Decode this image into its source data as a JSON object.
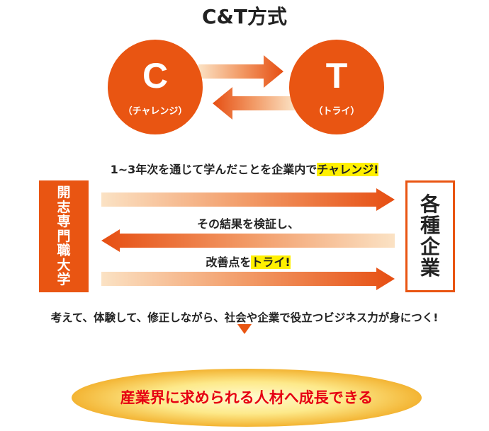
{
  "title": "C&T方式",
  "c_circle": {
    "letter": "C",
    "label": "（チャレンジ）"
  },
  "t_circle": {
    "letter": "T",
    "label": "（トライ）"
  },
  "line1": {
    "text": "1~3年次を通じて学んだことを企業内で",
    "highlight": "チャレンジ!"
  },
  "line2": {
    "text": "その結果を検証し、"
  },
  "line3": {
    "text": "改善点を",
    "highlight": "トライ!"
  },
  "left_box": {
    "chars": [
      "開",
      "志",
      "専",
      "門",
      "職",
      "大",
      "学"
    ]
  },
  "right_box": {
    "chars": [
      "各",
      "種",
      "企",
      "業"
    ]
  },
  "summary": "考えて、体験して、修正しながら、社会や企業で役立つビジネス力が身につく!",
  "goal": "産業界に求められる人材へ成長できる",
  "colors": {
    "accent": "#e95512",
    "highlight": "#fff000",
    "goal_text": "#e60012"
  }
}
